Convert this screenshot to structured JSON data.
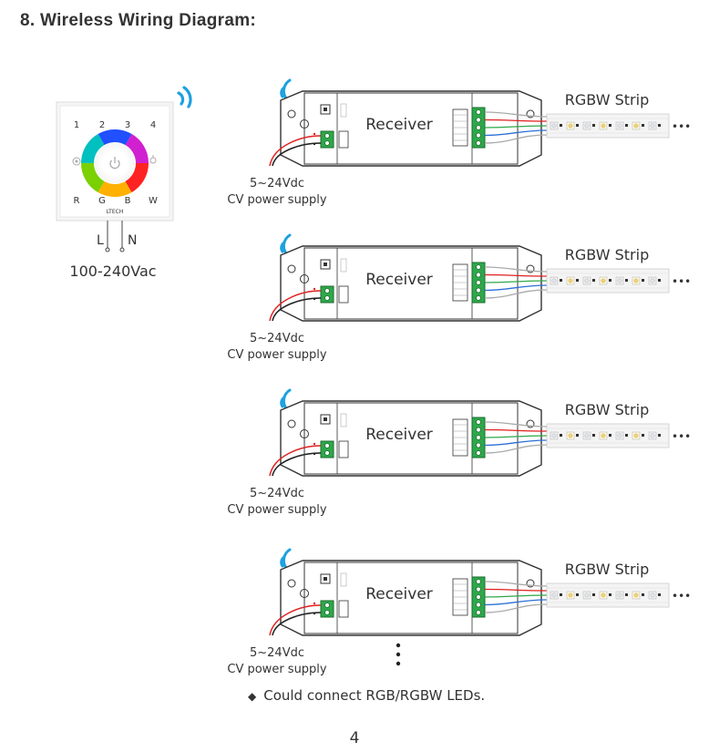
{
  "heading": "8. Wireless Wiring Diagram:",
  "panel": {
    "top_labels": [
      "1",
      "2",
      "3",
      "4"
    ],
    "bottom_labels": [
      "R",
      "G",
      "B",
      "W"
    ],
    "brand": "LTECH",
    "l_label": "L",
    "n_label": "N",
    "voltage": "100-240Vac"
  },
  "receivers": [
    {
      "name": "Receiver",
      "strip": "RGBW Strip",
      "supply_voltage": "5~24Vdc",
      "supply_text": "CV power supply"
    },
    {
      "name": "Receiver",
      "strip": "RGBW Strip",
      "supply_voltage": "5~24Vdc",
      "supply_text": "CV power supply"
    },
    {
      "name": "Receiver",
      "strip": "RGBW Strip",
      "supply_voltage": "5~24Vdc",
      "supply_text": "CV power supply"
    },
    {
      "name": "Receiver",
      "strip": "RGBW Strip",
      "supply_voltage": "5~24Vdc",
      "supply_text": "CV power supply"
    }
  ],
  "strip_ellipsis": "•••",
  "note": "Could connect RGB/RGBW LEDs.",
  "page_number": "4",
  "colors": {
    "wifi": "#1da1e0",
    "red": "#e02020",
    "green": "#2ea84a",
    "blue": "#2b6fd6",
    "white": "#cccccc",
    "wire": "#222222"
  }
}
